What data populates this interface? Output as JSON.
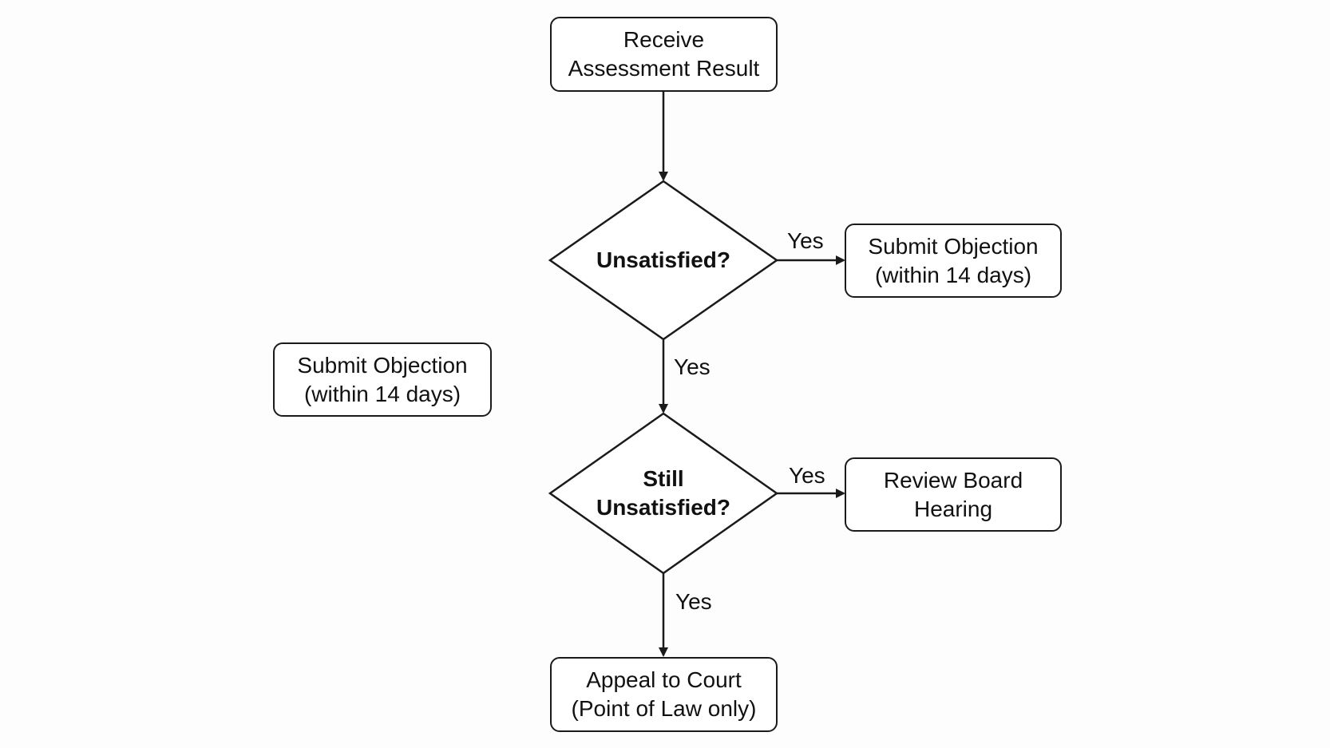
{
  "nodes": {
    "receive": {
      "line1": "Receive",
      "line2": "Assessment Result"
    },
    "unsatisfied": {
      "line1": "Unsatisfied?"
    },
    "objection_right": {
      "line1": "Submit Objection",
      "line2": "(within 14 days)"
    },
    "objection_left": {
      "line1": "Submit Objection",
      "line2": "(within 14 days)"
    },
    "still_unsatisfied": {
      "line1": "Still",
      "line2": "Unsatisfied?"
    },
    "review_board": {
      "line1": "Review Board",
      "line2": "Hearing"
    },
    "appeal": {
      "line1": "Appeal to Court",
      "line2": "(Point of Law only)"
    }
  },
  "edges": {
    "unsatisfied_right": "Yes",
    "unsatisfied_down": "Yes",
    "still_right": "Yes",
    "still_down": "Yes"
  },
  "colors": {
    "stroke": "#1a1a1a",
    "background": "#fdfdfd",
    "node_fill": "#ffffff"
  }
}
